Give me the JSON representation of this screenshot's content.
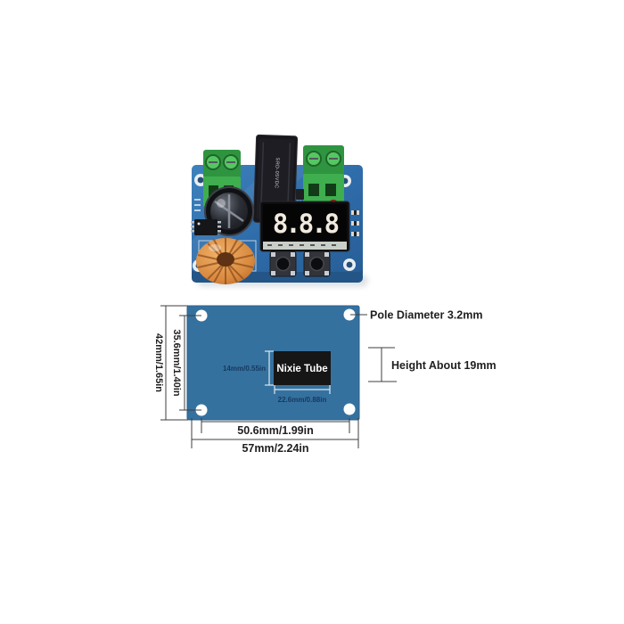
{
  "photo": {
    "display_value": "8.8.8",
    "relay_marking": "SRD-05VDC",
    "colors": {
      "pcb": "#2f6dab",
      "terminal_green": "#3fae4e",
      "copper": "#d98a3f",
      "led_red": "#e3231a"
    }
  },
  "diagram": {
    "board_color": "#35719f",
    "labels": {
      "outer_height": "42mm/1.65in",
      "hole_spacing_height": "35.6mm/1.40in",
      "tube_height": "14mm/0.55in",
      "tube_width": "22.6mm/0.88in",
      "hole_spacing_width": "50.6mm/1.99in",
      "outer_width": "57mm/2.24in",
      "pole_diameter": "Pole Diameter 3.2mm",
      "module_height": "Height About 19mm",
      "tube_label": "Nixie Tube"
    }
  }
}
